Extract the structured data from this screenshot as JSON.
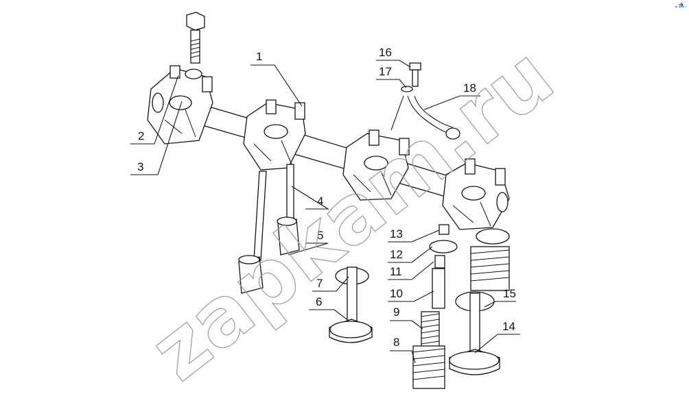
{
  "watermark": "zapkam.ru",
  "corner_mark": "",
  "callouts": [
    "1",
    "2",
    "3",
    "4",
    "5",
    "6",
    "7",
    "8",
    "9",
    "10",
    "11",
    "12",
    "13",
    "14",
    "15",
    "16",
    "17",
    "18"
  ]
}
